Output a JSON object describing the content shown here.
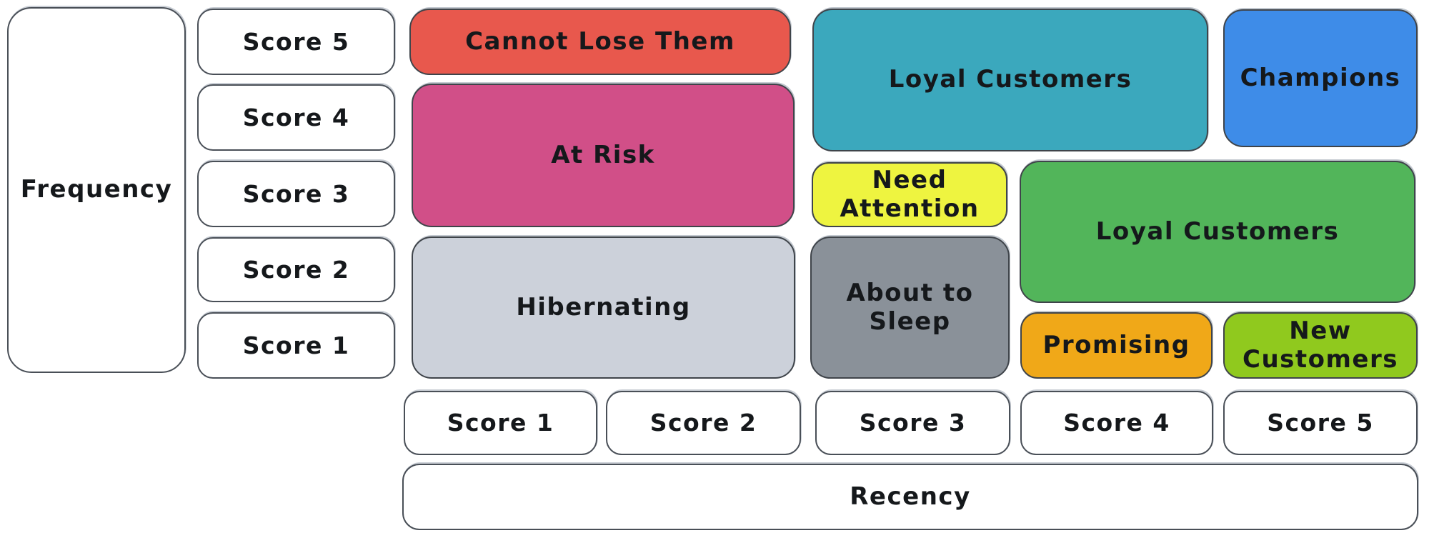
{
  "diagram_type": "rfm-customer-segmentation-matrix",
  "frequency_axis": {
    "label": "Frequency",
    "scores": [
      "Score 5",
      "Score 4",
      "Score 3",
      "Score 2",
      "Score 1"
    ]
  },
  "recency_axis": {
    "label": "Recency",
    "scores": [
      "Score 1",
      "Score 2",
      "Score 3",
      "Score 4",
      "Score 5"
    ]
  },
  "segments": [
    {
      "name": "cannot-lose-them",
      "label": "Cannot Lose Them",
      "color": "#e8584d",
      "recency_span": "1-2",
      "frequency_span": "5"
    },
    {
      "name": "at-risk",
      "label": "At Risk",
      "color": "#d14f88",
      "recency_span": "1-2",
      "frequency_span": "3-4"
    },
    {
      "name": "hibernating",
      "label": "Hibernating",
      "color": "#ccd1da",
      "recency_span": "1-2",
      "frequency_span": "1-2"
    },
    {
      "name": "loyal-customers-upper",
      "label": "Loyal Customers",
      "color": "#3ba8bd",
      "recency_span": "3-4",
      "frequency_span": "4-5"
    },
    {
      "name": "champions",
      "label": "Champions",
      "color": "#3e8ce8",
      "recency_span": "5",
      "frequency_span": "4-5"
    },
    {
      "name": "need-attention",
      "label": "Need Attention",
      "color": "#eef440",
      "recency_span": "3",
      "frequency_span": "3"
    },
    {
      "name": "loyal-customers-lower",
      "label": "Loyal Customers",
      "color": "#52b55a",
      "recency_span": "4-5",
      "frequency_span": "2-3"
    },
    {
      "name": "about-to-sleep",
      "label": "About to Sleep",
      "color": "#8a9199",
      "recency_span": "3",
      "frequency_span": "1-2"
    },
    {
      "name": "promising",
      "label": "Promising",
      "color": "#f0a818",
      "recency_span": "4",
      "frequency_span": "1"
    },
    {
      "name": "new-customers",
      "label": "New Customers",
      "color": "#90c91e",
      "recency_span": "5",
      "frequency_span": "1"
    }
  ]
}
